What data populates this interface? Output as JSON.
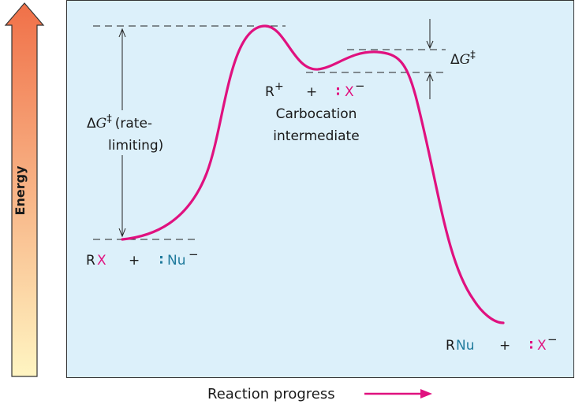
{
  "colors": {
    "panel_bg": "#dcf0fa",
    "curve": "#e0117f",
    "x_species": "#e0117f",
    "nu_species": "#1f7a9c",
    "arrow_top": "#f07048",
    "arrow_bottom": "#fff5c2"
  },
  "axis": {
    "y_label": "Energy",
    "x_label": "Reaction progress"
  },
  "dg_rate": {
    "symbol": "Δ",
    "g": "G",
    "dagger": "‡",
    "text1": "(rate-",
    "text2": "limiting)"
  },
  "dg_second": {
    "symbol": "Δ",
    "g": "G",
    "dagger": "‡"
  },
  "reactants": {
    "r": "R",
    "x": "X",
    "plus": "+",
    "dots": "∶",
    "nu": "Nu",
    "charge": "−"
  },
  "intermediate": {
    "r": "R",
    "r_charge": "+",
    "plus": "+",
    "dots": "∶",
    "x": "X",
    "x_charge": "−",
    "caption1": "Carbocation",
    "caption2": "intermediate"
  },
  "products": {
    "r": "R",
    "nu": "Nu",
    "plus": "+",
    "dots": "∶",
    "x": "X",
    "x_charge": "−"
  }
}
